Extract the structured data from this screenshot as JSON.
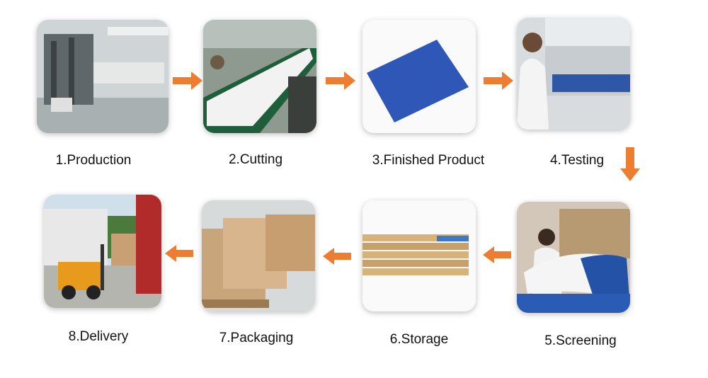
{
  "accent_color": "#ED7D31",
  "steps": [
    {
      "label": "1.Production",
      "image": "factory-production-line-photo"
    },
    {
      "label": "2.Cutting",
      "image": "conveyor-cutting-photo"
    },
    {
      "label": "3.Finished Product",
      "image": "blue-plate-photo"
    },
    {
      "label": "4.Testing",
      "image": "worker-testing-machine-photo"
    },
    {
      "label": "5.Screening",
      "image": "worker-screening-plate-photo"
    },
    {
      "label": "6.Storage",
      "image": "stacked-boxes-photo"
    },
    {
      "label": "7.Packaging",
      "image": "packed-pallets-photo"
    },
    {
      "label": "8.Delivery",
      "image": "forklift-truck-photo"
    }
  ]
}
